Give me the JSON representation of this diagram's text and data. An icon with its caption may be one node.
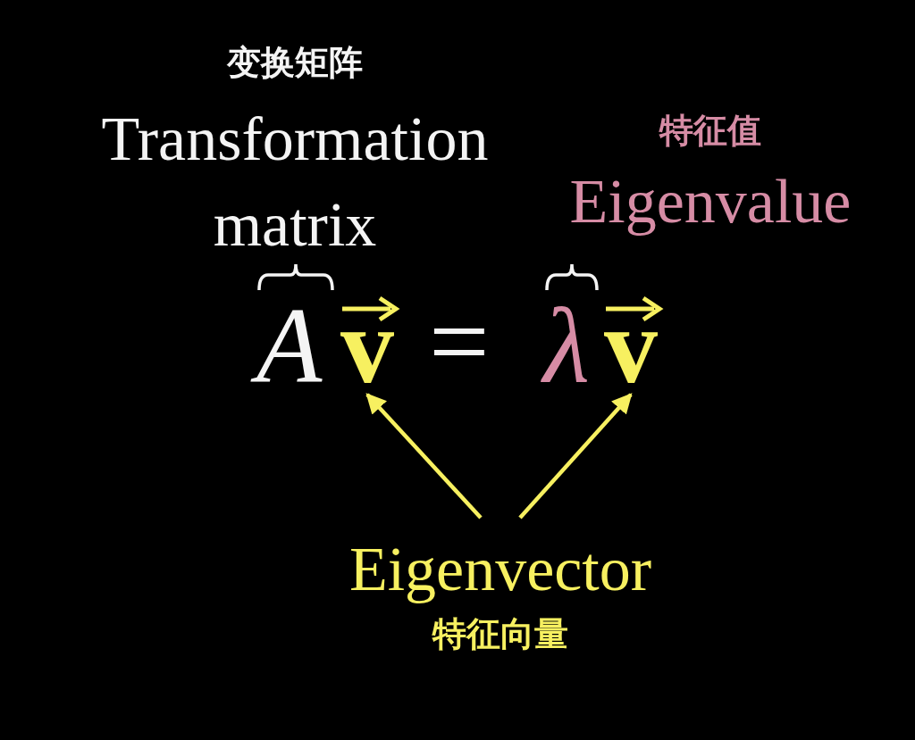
{
  "diagram": {
    "nodes": [
      {
        "text": [
          "变换矩阵",
          "Transformation matrix"
        ]
      },
      {
        "text": [
          "特征值",
          "Eigenvalue"
        ]
      },
      {
        "text": [
          "v"
        ]
      },
      {
        "text": [
          "v"
        ]
      },
      {
        "text": [
          "Eigenvector",
          "特征向量"
        ]
      }
    ],
    "edges": [
      {
        "from": 4,
        "to": 2,
        "arrow": "to"
      },
      {
        "from": 4,
        "to": 3,
        "arrow": "to"
      }
    ],
    "labels": [
      "A",
      "=",
      "λ"
    ]
  }
}
